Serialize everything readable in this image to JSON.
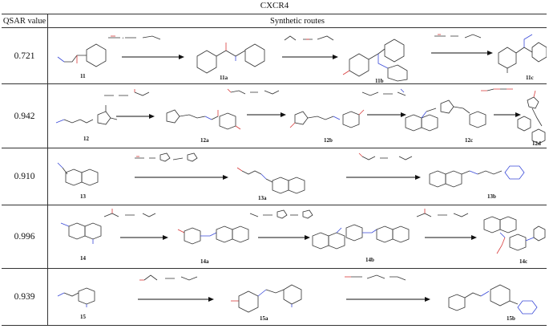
{
  "title": "CXCR4",
  "headers": {
    "qsar": "QSAR value",
    "routes": "Synthetic routes"
  },
  "rows": [
    {
      "value": "0.721",
      "labels": [
        "11",
        "11a",
        "11b",
        "11c"
      ]
    },
    {
      "value": "0.942",
      "labels": [
        "12",
        "12a",
        "12b",
        "12c",
        "12d"
      ]
    },
    {
      "value": "0.910",
      "labels": [
        "13",
        "13a",
        "13b"
      ]
    },
    {
      "value": "0.996",
      "labels": [
        "14",
        "14a",
        "14b",
        "14c"
      ]
    },
    {
      "value": "0.939",
      "labels": [
        "15",
        "15a",
        "15b"
      ]
    }
  ]
}
